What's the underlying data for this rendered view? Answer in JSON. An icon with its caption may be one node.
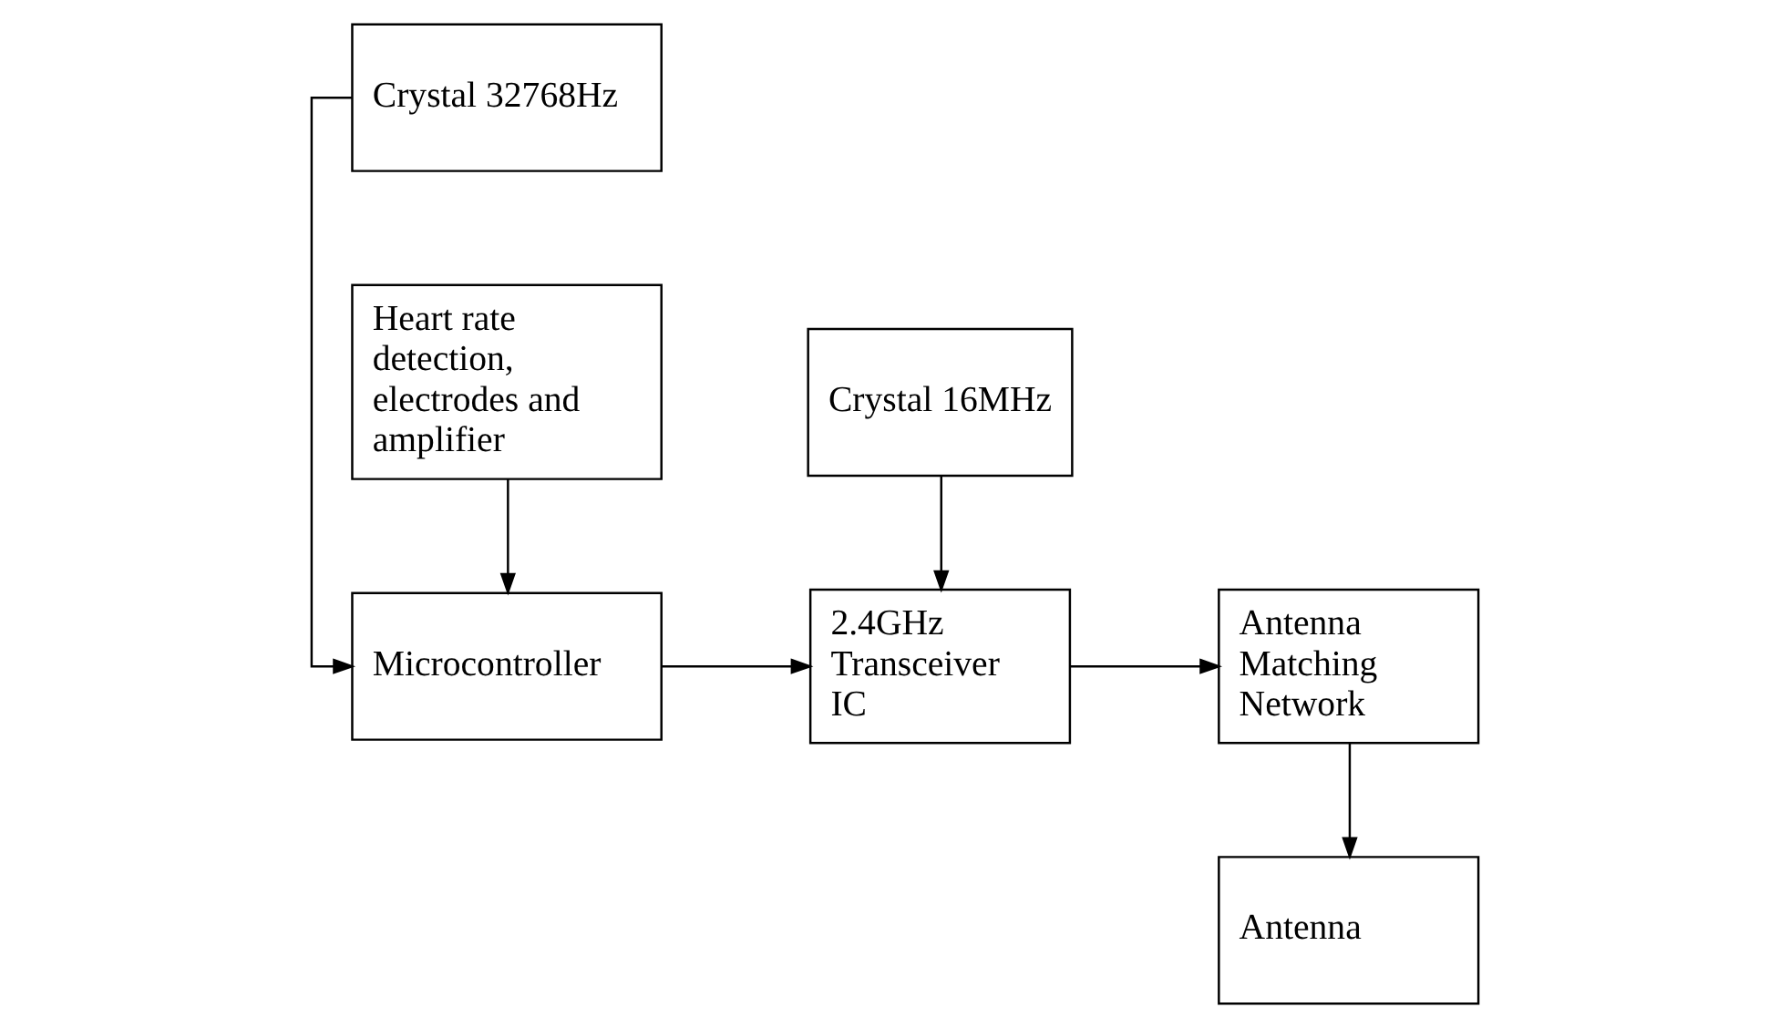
{
  "diagram": {
    "nodes": [
      {
        "text": [
          "Crystal 32768Hz"
        ]
      },
      {
        "text": [
          "Antenna"
        ]
      },
      {
        "text": [
          "Microcontroller"
        ]
      },
      {
        "text": [
          "2.4GHz Transceiver IC"
        ]
      },
      {
        "text": [
          "Antenna Matching Network"
        ]
      },
      {
        "text": [
          "Heart rate detection, electrodes and amplifier"
        ]
      },
      {
        "text": [
          "Crystal 16MHz"
        ]
      }
    ],
    "edges": [
      {
        "from": 0,
        "to": 2,
        "arrow": "to"
      },
      {
        "from": 5,
        "to": 2,
        "arrow": "to"
      },
      {
        "from": 2,
        "to": 3,
        "arrow": "to"
      },
      {
        "from": 6,
        "to": 3,
        "arrow": "to"
      },
      {
        "from": 3,
        "to": 4,
        "arrow": "to"
      },
      {
        "from": 4,
        "to": 1,
        "arrow": "to"
      }
    ]
  }
}
